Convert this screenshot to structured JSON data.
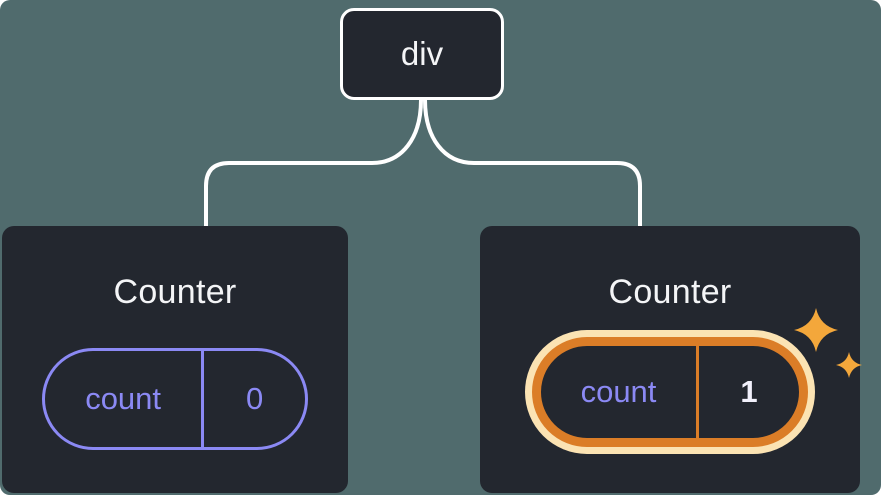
{
  "diagram": {
    "root": {
      "label": "div"
    },
    "children": [
      {
        "title": "Counter",
        "state": {
          "key": "count",
          "value": "0"
        },
        "highlighted": false
      },
      {
        "title": "Counter",
        "state": {
          "key": "count",
          "value": "1"
        },
        "highlighted": true
      }
    ]
  },
  "icons": {
    "sparkle": "4-point-star"
  },
  "colors": {
    "background": "#506b6d",
    "node_fill": "#23272f",
    "connector": "#ffffff",
    "text": "#f4f5f7",
    "state_accent": "#8b89f4",
    "highlight_ring": "#db7d27",
    "highlight_ring_outer": "#fbe3b3",
    "highlight_value": "#f1f0fb",
    "sparkle": "#f3a73b"
  }
}
